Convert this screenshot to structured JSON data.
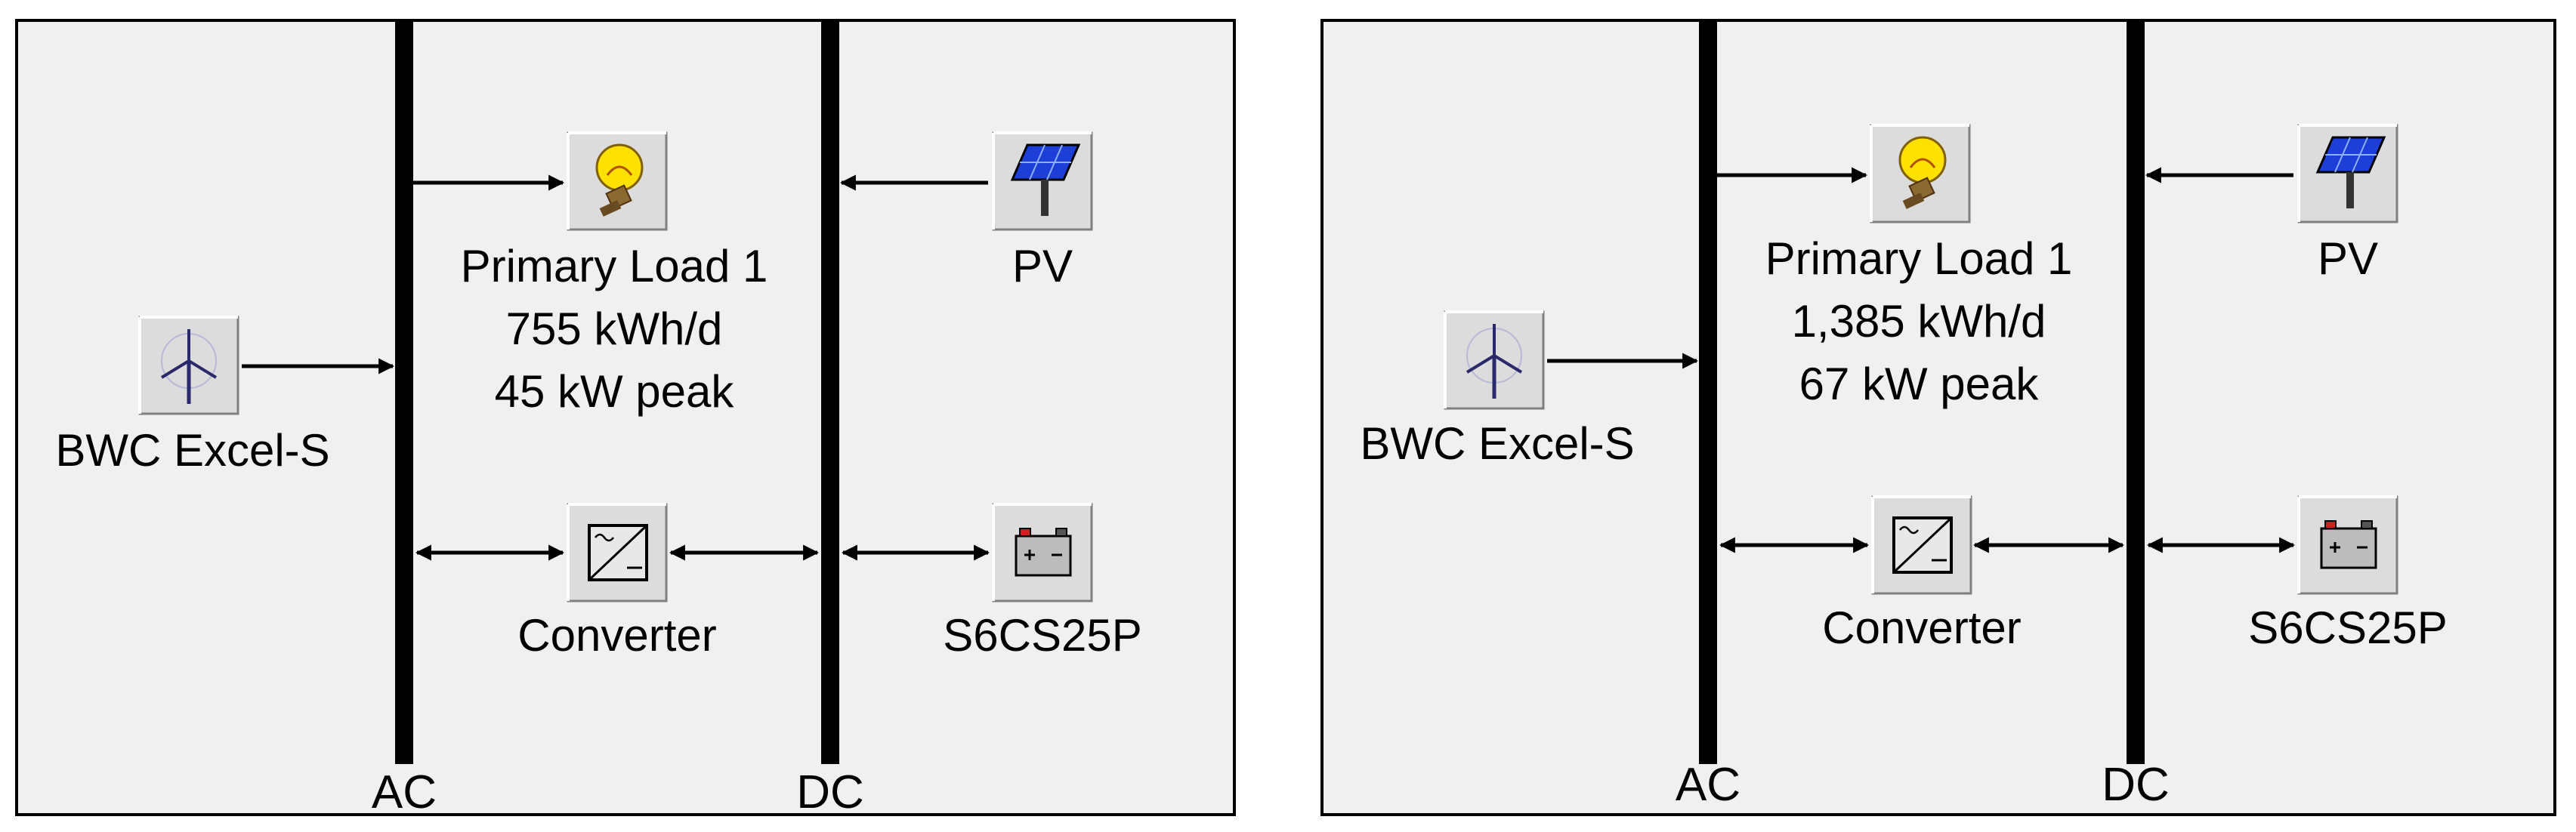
{
  "colors": {
    "panel_bg": "#f0f0f0",
    "panel_border": "#000000",
    "bus": "#000000",
    "button_face": "#dcdcdc"
  },
  "panels": [
    {
      "bus_ac_label": "AC",
      "bus_dc_label": "DC",
      "primary_load": {
        "name": "Primary Load 1",
        "energy": "755 kWh/d",
        "peak": "45 kW peak",
        "icon": "lightbulb-icon"
      },
      "pv": {
        "name": "PV",
        "icon": "solar-panel-icon"
      },
      "wind": {
        "name": "BWC Excel-S",
        "icon": "wind-turbine-icon"
      },
      "converter": {
        "name": "Converter",
        "icon": "converter-icon"
      },
      "battery": {
        "name": "S6CS25P",
        "icon": "battery-icon"
      }
    },
    {
      "bus_ac_label": "AC",
      "bus_dc_label": "DC",
      "primary_load": {
        "name": "Primary Load 1",
        "energy": "1,385 kWh/d",
        "peak": "67 kW peak",
        "icon": "lightbulb-icon"
      },
      "pv": {
        "name": "PV",
        "icon": "solar-panel-icon"
      },
      "wind": {
        "name": "BWC Excel-S",
        "icon": "wind-turbine-icon"
      },
      "converter": {
        "name": "Converter",
        "icon": "converter-icon"
      },
      "battery": {
        "name": "S6CS25P",
        "icon": "battery-icon"
      }
    }
  ]
}
